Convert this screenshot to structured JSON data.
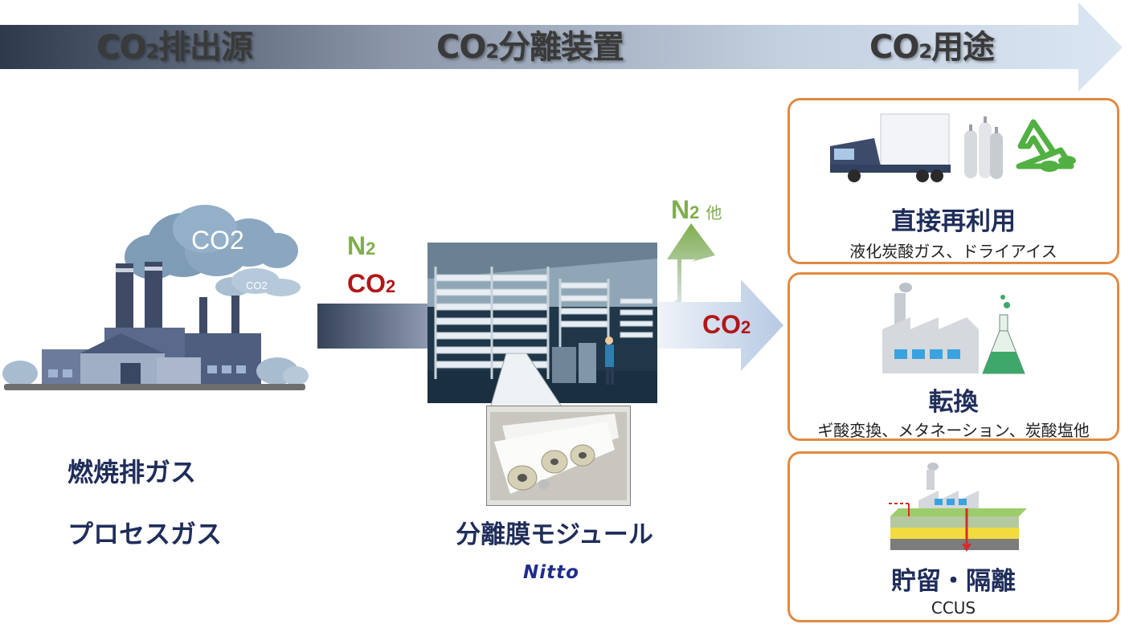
{
  "banner": {
    "stage1": {
      "prefix": "CO",
      "sub": "2",
      "suffix": "排出源"
    },
    "stage2": {
      "prefix": "CO",
      "sub": "2",
      "suffix": "分離装置"
    },
    "stage3": {
      "prefix": "CO",
      "sub": "2",
      "suffix": "用途"
    }
  },
  "source": {
    "cloud_big": "CO2",
    "cloud_small": "CO2",
    "labels": [
      "燃焼排ガス",
      "プロセスガス"
    ]
  },
  "input_gas": {
    "n2": {
      "main": "N",
      "sub": "2"
    },
    "co2": {
      "main": "CO",
      "sub": "2"
    }
  },
  "output_gas": {
    "n2": {
      "main": "N",
      "sub": "2",
      "extra": "他"
    },
    "co2": {
      "main": "CO",
      "sub": "2"
    }
  },
  "module": {
    "label": "分離膜モジュール",
    "brand": "Nitto"
  },
  "uses": [
    {
      "title": "直接再利用",
      "subtitle": "液化炭酸ガス、ドライアイス"
    },
    {
      "title": "転換",
      "subtitle": "ギ酸変換、メタネーション、炭酸塩他"
    },
    {
      "title": "貯留・隔離",
      "subtitle": "CCUS"
    }
  ],
  "colors": {
    "banner_dark": "#2e3a4c",
    "banner_light": "#dbe6f3",
    "n2_green": "#7fae4e",
    "co2_red": "#b01818",
    "box_border": "#e08a43",
    "label_navy": "#1f2d5a"
  }
}
